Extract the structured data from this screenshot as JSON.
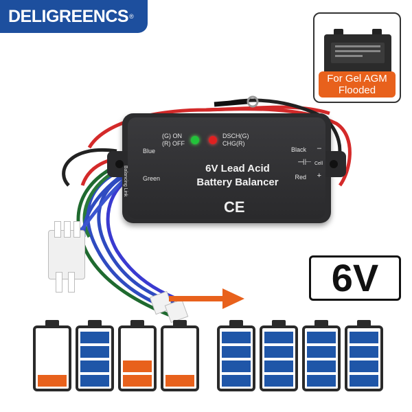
{
  "brand": {
    "name": "DELIGREENCS",
    "mark": "®"
  },
  "battery_types": {
    "line1": "For Gel AGM",
    "line2": "Flooded"
  },
  "device": {
    "led_green_label_1": "(G) ON",
    "led_green_label_2": "(R) OFF",
    "led_red_label_1": "DSCH(G)",
    "led_red_label_2": "CHG(R)",
    "title_line1": "6V Lead Acid",
    "title_line2": "Battery Balancer",
    "mark": "CE",
    "left_side": {
      "blue": "Blue",
      "link": "Balancing Link",
      "green": "Green"
    },
    "right_side": {
      "black": "Black",
      "cell": "Cell",
      "red": "Red",
      "minus": "–",
      "plus": "+"
    }
  },
  "voltage_badge": "6V",
  "batteries": [
    {
      "color": "orange",
      "segments": 1
    },
    {
      "color": "blue",
      "segments": 4
    },
    {
      "color": "orange",
      "segments": 2
    },
    {
      "color": "orange",
      "segments": 1
    },
    {
      "color": "blue",
      "segments": 4
    },
    {
      "color": "blue",
      "segments": 4
    },
    {
      "color": "blue",
      "segments": 4
    },
    {
      "color": "blue",
      "segments": 4
    }
  ],
  "colors": {
    "brand_blue": "#1d4f9e",
    "accent_orange": "#e8611c",
    "cell_blue": "#1f56a8",
    "cell_orange": "#e8611c",
    "led_green": "#22c33a",
    "led_red": "#e02020"
  }
}
